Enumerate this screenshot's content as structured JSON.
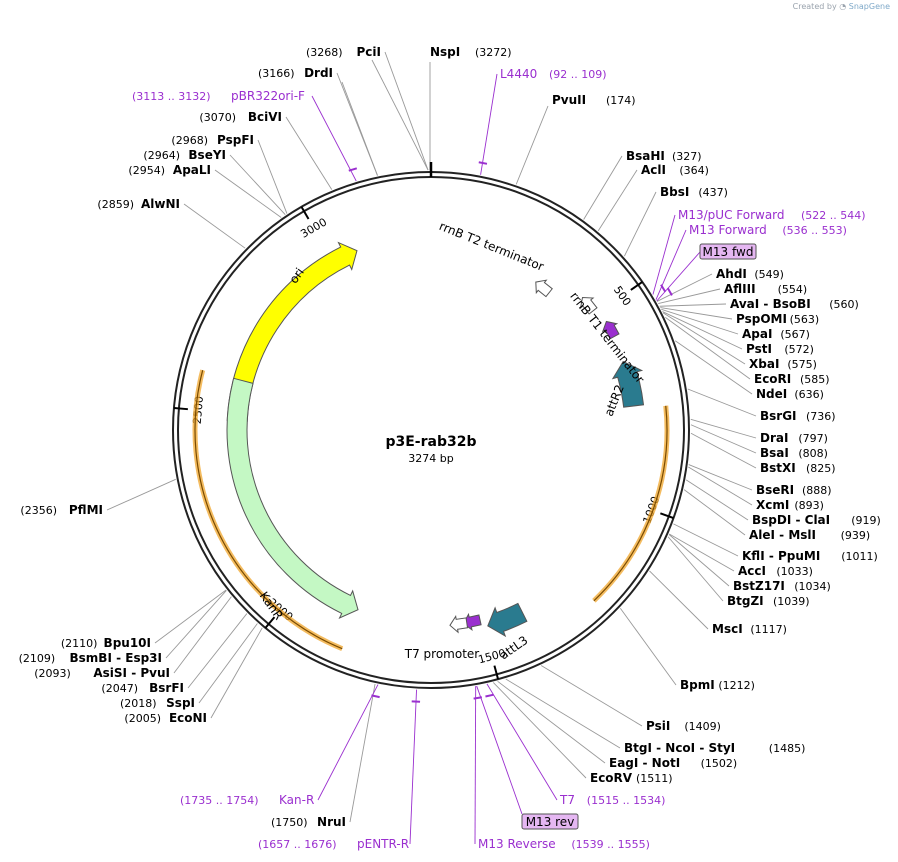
{
  "watermark": {
    "prefix": "Created by",
    "brand": "SnapGene"
  },
  "plasmid": {
    "name": "p3E-rab32b",
    "length_text": "3274 bp",
    "length": 3274
  },
  "colors": {
    "enzyme": "#000000",
    "primer": "#9a2fcf",
    "ori": "#ffff00",
    "kanr": "#c4f8c4",
    "att": "#2a7b8f",
    "promoter": "#9a2fcf",
    "orf_outline": "#f0a52b"
  },
  "ticks": [
    {
      "pos": 500,
      "label": "500"
    },
    {
      "pos": 1000,
      "label": "1000"
    },
    {
      "pos": 1500,
      "label": "1500"
    },
    {
      "pos": 2000,
      "label": "2000"
    },
    {
      "pos": 2500,
      "label": "2500"
    },
    {
      "pos": 3000,
      "label": "3000"
    }
  ],
  "features": [
    {
      "name": "ori",
      "start": 2480,
      "end": 3070,
      "direction": "cw",
      "color": "#ffff00",
      "type": "arrow"
    },
    {
      "name": "KanR",
      "start": 1838,
      "end": 2589,
      "direction": "ccw",
      "color": "#c4f8c4",
      "type": "arrow"
    },
    {
      "name": "attR2",
      "start": 640,
      "end": 757,
      "direction": "ccw",
      "color": "#2a7b8f",
      "type": "arrow"
    },
    {
      "name": "attL3",
      "start": 1395,
      "end": 1490,
      "direction": "cw",
      "color": "#2a7b8f",
      "type": "arrow"
    },
    {
      "name": "T7 promoter",
      "start": 1515,
      "end": 1534,
      "direction": "cw",
      "color": "#9a2fcf",
      "type": "small"
    },
    {
      "name": "rrnB T2 terminator",
      "start": 335,
      "end": 362,
      "direction": "ccw",
      "color": "#ffffff",
      "type": "small"
    },
    {
      "name": "rrnB T1 terminator",
      "start": 420,
      "end": 510,
      "direction": "ccw",
      "color": "#ffffff",
      "type": "small"
    }
  ],
  "orf_highlights": [
    {
      "start": 765,
      "end": 1240
    },
    {
      "start": 1838,
      "end": 2589
    }
  ],
  "enzymes_right": [
    {
      "name": "BsaHI",
      "pos_text": "(327)"
    },
    {
      "name": "AclI",
      "pos_text": "(364)"
    },
    {
      "name": "BbsI",
      "pos_text": "(437)"
    },
    {
      "name": "AhdI",
      "pos_text": "(549)"
    },
    {
      "name": "AflIII",
      "pos_text": "(554)"
    },
    {
      "name": "AvaI - BsoBI",
      "pos_text": "(560)"
    },
    {
      "name": "PspOMI",
      "pos_text": "(563)"
    },
    {
      "name": "ApaI",
      "pos_text": "(567)"
    },
    {
      "name": "PstI",
      "pos_text": "(572)"
    },
    {
      "name": "XbaI",
      "pos_text": "(575)"
    },
    {
      "name": "EcoRI",
      "pos_text": "(585)"
    },
    {
      "name": "NdeI",
      "pos_text": "(636)"
    },
    {
      "name": "BsrGI",
      "pos_text": "(736)"
    },
    {
      "name": "DraI",
      "pos_text": "(797)"
    },
    {
      "name": "BsaI",
      "pos_text": "(808)"
    },
    {
      "name": "BstXI",
      "pos_text": "(825)"
    },
    {
      "name": "BseRI",
      "pos_text": "(888)"
    },
    {
      "name": "XcmI",
      "pos_text": "(893)"
    },
    {
      "name": "BspDI - ClaI",
      "pos_text": "(919)"
    },
    {
      "name": "AleI - MslI",
      "pos_text": "(939)"
    },
    {
      "name": "KflI - PpuMI",
      "pos_text": "(1011)"
    },
    {
      "name": "AccI",
      "pos_text": "(1033)"
    },
    {
      "name": "BstZ17I",
      "pos_text": "(1034)"
    },
    {
      "name": "BtgZI",
      "pos_text": "(1039)"
    },
    {
      "name": "MscI",
      "pos_text": "(1117)"
    },
    {
      "name": "BpmI",
      "pos_text": "(1212)"
    },
    {
      "name": "PsiI",
      "pos_text": "(1409)"
    },
    {
      "name": "BtgI - NcoI - StyI",
      "pos_text": "(1485)"
    },
    {
      "name": "EagI - NotI",
      "pos_text": "(1502)"
    },
    {
      "name": "EcoRV",
      "pos_text": "(1511)"
    }
  ],
  "enzymes_left": [
    {
      "name": "PciI",
      "pos_text": "(3268)"
    },
    {
      "name": "NspI",
      "pos_text": "(3272)"
    },
    {
      "name": "PvuII",
      "pos_text": "(174)"
    },
    {
      "name": "DrdI",
      "pos_text": "(3166)"
    },
    {
      "name": "BciVI",
      "pos_text": "(3070)"
    },
    {
      "name": "PspFI",
      "pos_text": "(2968)"
    },
    {
      "name": "BseYI",
      "pos_text": "(2964)"
    },
    {
      "name": "ApaLI",
      "pos_text": "(2954)"
    },
    {
      "name": "AlwNI",
      "pos_text": "(2859)"
    },
    {
      "name": "PflMI",
      "pos_text": "(2356)"
    },
    {
      "name": "Bpu10I",
      "pos_text": "(2110)"
    },
    {
      "name": "BsmBI - Esp3I",
      "pos_text": "(2109)"
    },
    {
      "name": "AsiSI - PvuI",
      "pos_text": "(2093)"
    },
    {
      "name": "BsrFI",
      "pos_text": "(2047)"
    },
    {
      "name": "SspI",
      "pos_text": "(2018)"
    },
    {
      "name": "EcoNI",
      "pos_text": "(2005)"
    },
    {
      "name": "NruI",
      "pos_text": "(1750)"
    }
  ],
  "primers": [
    {
      "name": "L4440",
      "range_text": "(92 .. 109)"
    },
    {
      "name": "pBR322ori-F",
      "range_text": "(3113 .. 3132)"
    },
    {
      "name": "M13/pUC Forward",
      "range_text": "(522 .. 544)"
    },
    {
      "name": "M13 Forward",
      "range_text": "(536 .. 553)"
    },
    {
      "name": "M13 fwd",
      "range_text": ""
    },
    {
      "name": "T7",
      "range_text": "(1515 .. 1534)"
    },
    {
      "name": "M13 rev",
      "range_text": ""
    },
    {
      "name": "M13 Reverse",
      "range_text": "(1539 .. 1555)"
    },
    {
      "name": "Kan-R",
      "range_text": "(1735 .. 1754)"
    },
    {
      "name": "pENTR-R",
      "range_text": "(1657 .. 1676)"
    }
  ]
}
